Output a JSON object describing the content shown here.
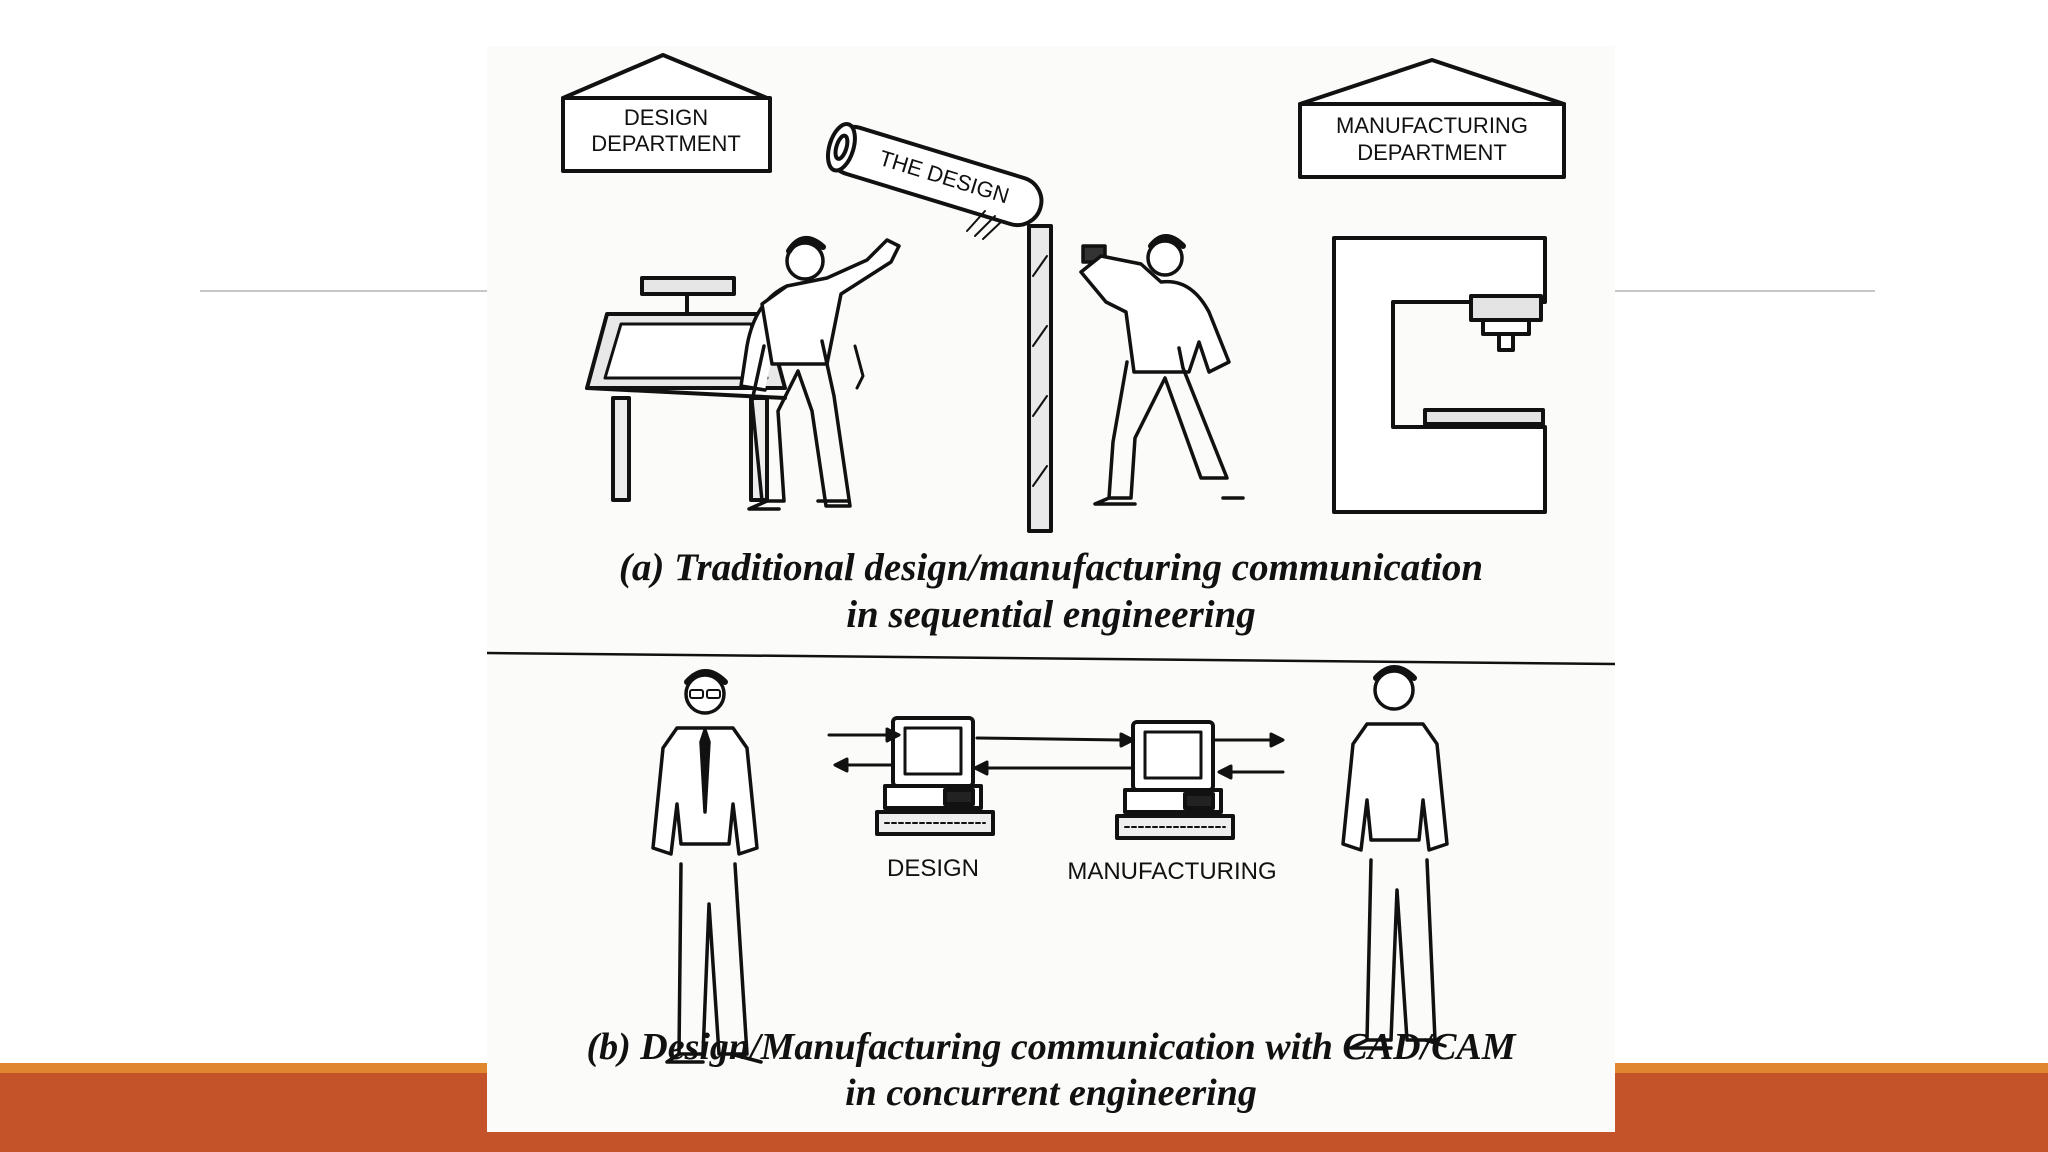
{
  "figure": {
    "design_department": [
      "DESIGN",
      "DEPARTMENT"
    ],
    "manufacturing_department": [
      "MANUFACTURING",
      "DEPARTMENT"
    ],
    "scroll_label": "THE DESIGN",
    "caption_a": [
      "(a) Traditional design/manufacturing communication",
      "in sequential engineering"
    ],
    "computer_design_label": "DESIGN",
    "computer_manufacturing_label": "MANUFACTURING",
    "caption_b": [
      "(b) Design/Manufacturing communication with CAD/CAM",
      "in concurrent engineering"
    ]
  },
  "colors": {
    "footer_bar": "#c4532a",
    "footer_accent": "#e0862f",
    "divider_line": "#c8c8c8"
  }
}
